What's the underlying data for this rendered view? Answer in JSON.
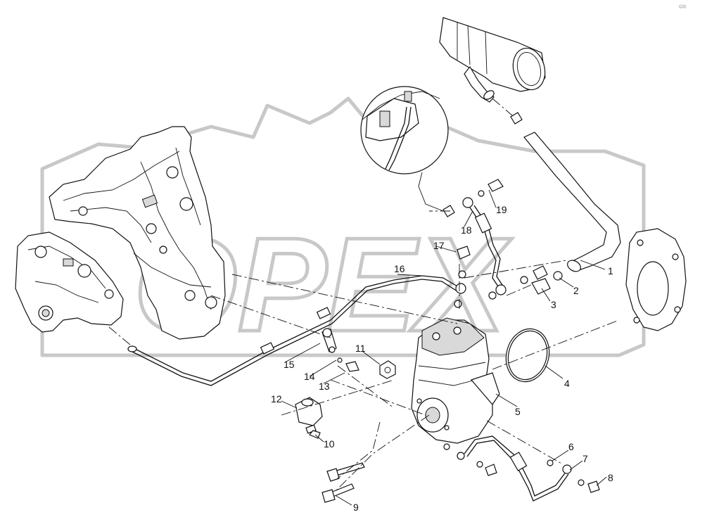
{
  "watermark": {
    "text": "OPEX"
  },
  "corner_mark": "©®",
  "callouts": [
    {
      "id": "1",
      "label": "1"
    },
    {
      "id": "2",
      "label": "2"
    },
    {
      "id": "3",
      "label": "3"
    },
    {
      "id": "4",
      "label": "4"
    },
    {
      "id": "5",
      "label": "5"
    },
    {
      "id": "6",
      "label": "6"
    },
    {
      "id": "7",
      "label": "7"
    },
    {
      "id": "8",
      "label": "8"
    },
    {
      "id": "9",
      "label": "9"
    },
    {
      "id": "10",
      "label": "10"
    },
    {
      "id": "11",
      "label": "11"
    },
    {
      "id": "12",
      "label": "12"
    },
    {
      "id": "13",
      "label": "13"
    },
    {
      "id": "14",
      "label": "14"
    },
    {
      "id": "15",
      "label": "15"
    },
    {
      "id": "16",
      "label": "16"
    },
    {
      "id": "17",
      "label": "17"
    },
    {
      "id": "18",
      "label": "18"
    },
    {
      "id": "19",
      "label": "19"
    }
  ]
}
